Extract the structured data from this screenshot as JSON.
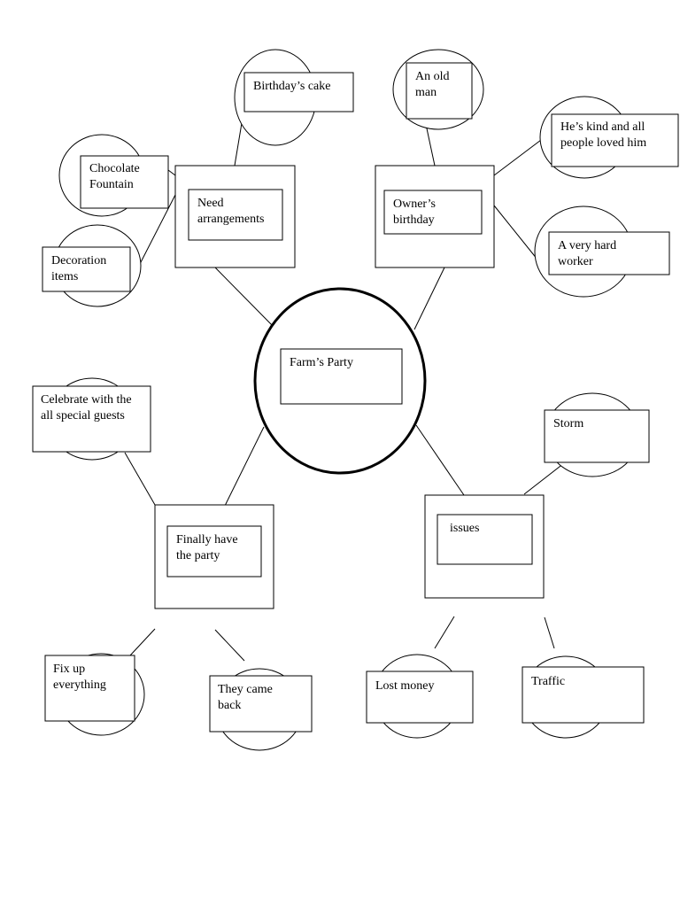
{
  "center": {
    "label": "Farm’s Party"
  },
  "branches": {
    "arrangements": {
      "label": [
        "Need",
        "arrangements"
      ],
      "leaves": {
        "cake": [
          "Birthday’s cake"
        ],
        "fountain": [
          "Chocolate",
          "Fountain"
        ],
        "decoration": [
          "Decoration",
          "items"
        ]
      }
    },
    "birthday": {
      "label": [
        "Owner’s",
        "birthday"
      ],
      "leaves": {
        "old_man": [
          "An old",
          "man"
        ],
        "kind": [
          "He’s kind and all",
          "people loved him"
        ],
        "worker": [
          "A very hard",
          "worker"
        ]
      }
    },
    "party": {
      "label": [
        "Finally have",
        "the party"
      ],
      "leaves": {
        "celebrate": [
          "Celebrate with the",
          "all special guests"
        ],
        "fix": [
          "Fix up",
          "everything"
        ],
        "came_back": [
          "They came",
          "back"
        ]
      }
    },
    "issues": {
      "label": [
        "issues"
      ],
      "leaves": {
        "storm": [
          "Storm"
        ],
        "money": [
          "Lost money"
        ],
        "traffic": [
          "Traffic"
        ]
      }
    }
  }
}
